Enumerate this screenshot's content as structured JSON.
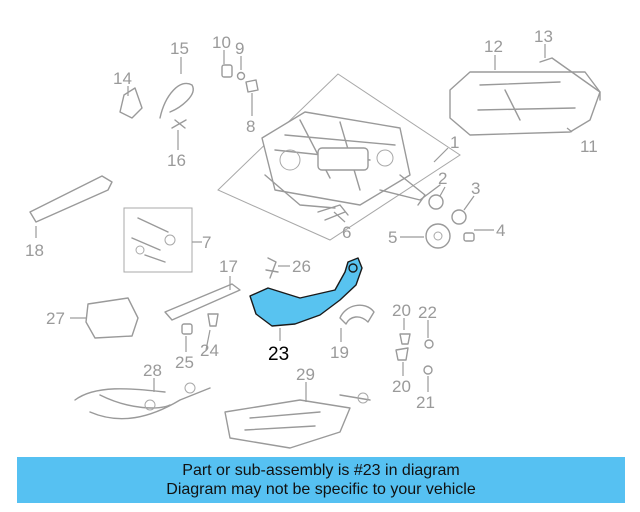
{
  "callouts": {
    "c1": "1",
    "c2": "2",
    "c3": "3",
    "c4": "4",
    "c5": "5",
    "c6": "6",
    "c7": "7",
    "c8": "8",
    "c9": "9",
    "c10": "10",
    "c11": "11",
    "c12": "12",
    "c13": "13",
    "c14": "14",
    "c15": "15",
    "c16": "16",
    "c17": "17",
    "c18": "18",
    "c19": "19",
    "c20a": "20",
    "c20b": "20",
    "c21": "21",
    "c22": "22",
    "c23": "23",
    "c24": "24",
    "c25": "25",
    "c26": "26",
    "c27": "27",
    "c28": "28",
    "c29": "29"
  },
  "highlight_color": "#58c3f0",
  "banner": {
    "line1": "Part or sub-assembly is #23 in diagram",
    "line2": "Diagram may not be specific to your vehicle",
    "background": "#56c1f2"
  }
}
